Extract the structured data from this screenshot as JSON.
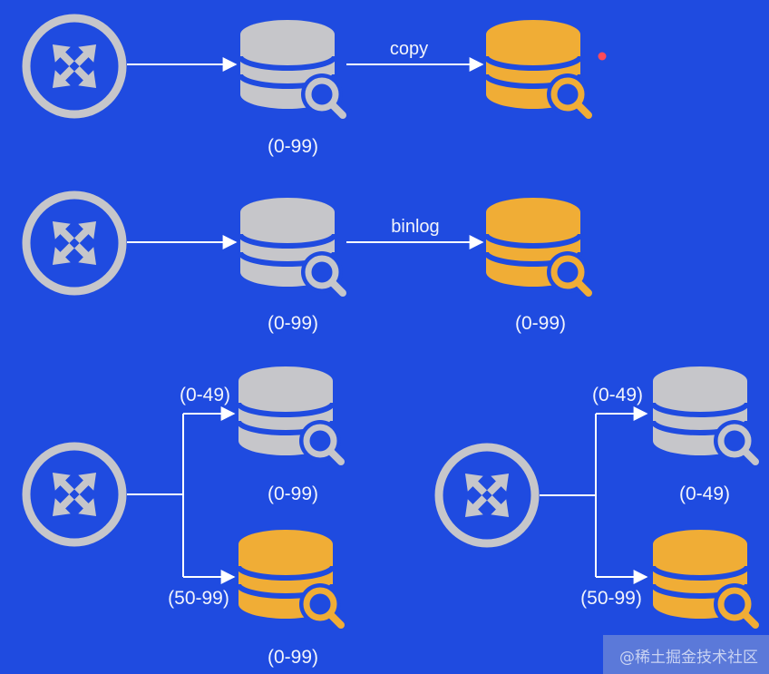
{
  "colors": {
    "background": "#1f4be0",
    "source_db": "#c6c6ca",
    "target_db": "#f0ad36",
    "router": "#c6c6ca",
    "line": "#ffffff",
    "text": "#f2f4fb"
  },
  "rows": [
    {
      "edge_label": "copy",
      "source_range": "(0-99)",
      "target_range": ""
    },
    {
      "edge_label": "binlog",
      "source_range": "(0-99)",
      "target_range": "(0-99)"
    }
  ],
  "split_left": {
    "top_branch_label": "(0-49)",
    "top_db_range": "(0-99)",
    "bottom_branch_label": "(50-99)",
    "bottom_db_range": "(0-99)"
  },
  "split_right": {
    "top_branch_label": "(0-49)",
    "top_db_range": "(0-49)",
    "bottom_branch_label": "(50-99)"
  },
  "watermark": "@稀土掘金技术社区",
  "icons": [
    "router-icon",
    "database-search-icon"
  ]
}
